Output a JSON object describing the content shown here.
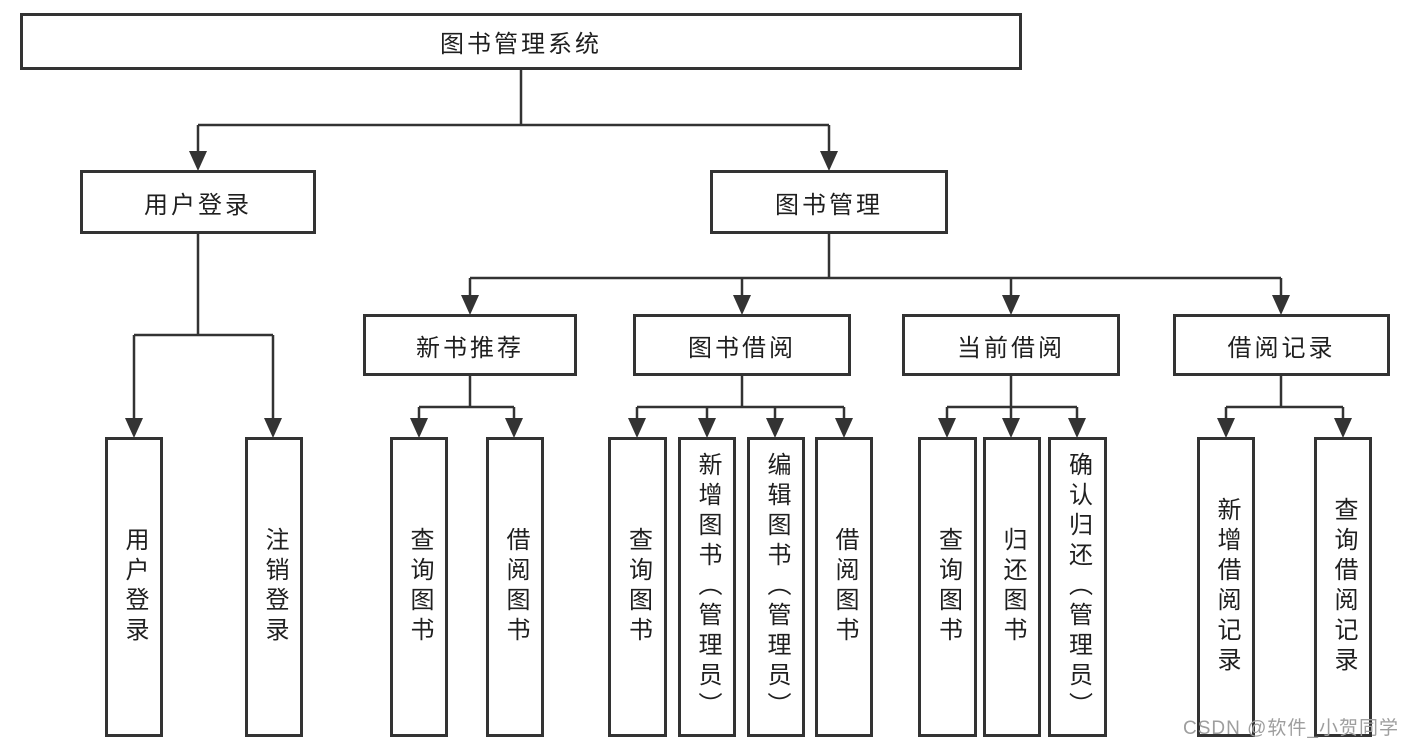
{
  "tree": {
    "root": {
      "label": "图书管理系统"
    },
    "level1": [
      {
        "label": "用户登录",
        "children": [
          {
            "label": "用户登录"
          },
          {
            "label": "注销登录"
          }
        ]
      },
      {
        "label": "图书管理",
        "children": [
          {
            "label": "新书推荐",
            "children": [
              {
                "label": "查询图书"
              },
              {
                "label": "借阅图书"
              }
            ]
          },
          {
            "label": "图书借阅",
            "children": [
              {
                "label": "查询图书"
              },
              {
                "label": "新增图书（管理员）"
              },
              {
                "label": "编辑图书（管理员）"
              },
              {
                "label": "借阅图书"
              }
            ]
          },
          {
            "label": "当前借阅",
            "children": [
              {
                "label": "查询图书"
              },
              {
                "label": "归还图书"
              },
              {
                "label": "确认归还（管理员）"
              }
            ]
          },
          {
            "label": "借阅记录",
            "children": [
              {
                "label": "新增借阅记录"
              },
              {
                "label": "查询借阅记录"
              }
            ]
          }
        ]
      }
    ]
  },
  "watermark": {
    "text": "CSDN @软件_小贺同学"
  },
  "colors": {
    "line": "#333333",
    "box_fill": "#ffffff",
    "text": "#1f1f1f",
    "background": "#ffffff",
    "watermark": "#9e9e9e"
  }
}
